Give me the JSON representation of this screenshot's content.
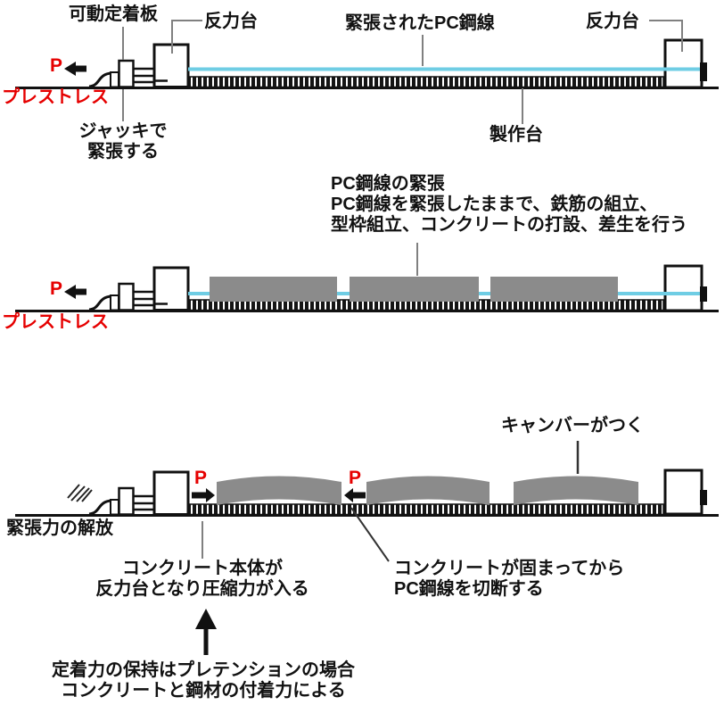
{
  "colors": {
    "wire": "#6fcde4",
    "concrete": "#8b8b8b",
    "accent_red": "#e60000",
    "line": "#111111",
    "leader": "#808080"
  },
  "stage1": {
    "labels": {
      "movable_anchor_plate": "可動定着板",
      "reaction_stand_left": "反力台",
      "tensioned_pc_wire": "緊張されたPC鋼線",
      "reaction_stand_right": "反力台",
      "p_force": "P",
      "prestress": "プレストレス",
      "jack_line1": "ジャッキで",
      "jack_line2": "緊張する",
      "fabrication_bed": "製作台"
    }
  },
  "stage2": {
    "labels": {
      "p_force": "P",
      "prestress": "プレストレス",
      "note_line1": "PC鋼線の緊張",
      "note_line2": "PC鋼線を緊張したままで、鉄筋の組立、",
      "note_line3": "型枠組立、コンクリートの打設、差生を行う"
    }
  },
  "stage3": {
    "labels": {
      "camber": "キャンバーがつく",
      "tension_release": "緊張力の解放",
      "p_right": "P",
      "p_left": "P",
      "concrete_body_line1": "コンクリート本体が",
      "concrete_body_line2": "反力台となり圧縮力が入る",
      "cut_wire_line1": "コンクリートが固まってから",
      "cut_wire_line2": "PC鋼線を切断する",
      "anchorage_line1": "定着力の保持はプレテンションの場合",
      "anchorage_line2": "コンクリートと鋼材の付着力による"
    }
  }
}
